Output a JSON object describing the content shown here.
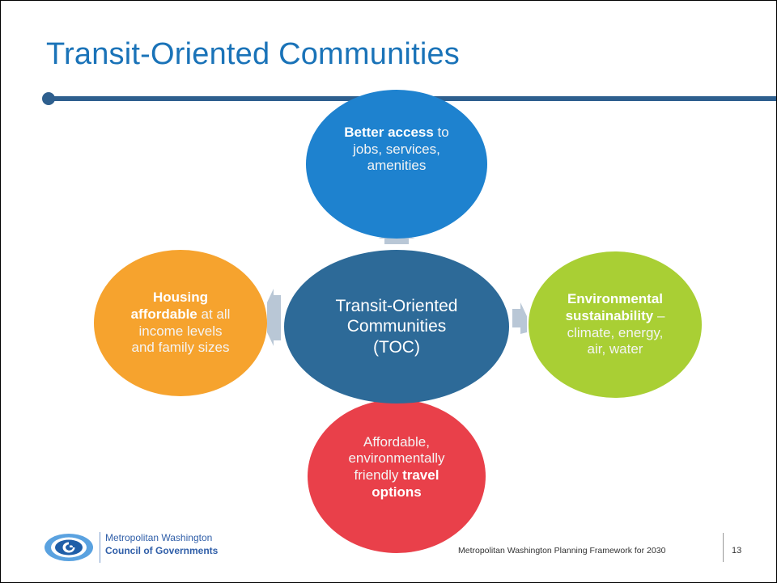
{
  "slide": {
    "title": "Transit-Oriented Communities",
    "footer": "Metropolitan Washington Planning Framework for 2030",
    "page_number": "13"
  },
  "logo": {
    "line1": "Metropolitan Washington",
    "line2": "Council of Governments"
  },
  "diagram": {
    "center": {
      "color": "#2d6a98",
      "lines": [
        "Transit-Oriented",
        "Communities",
        "(TOC)"
      ]
    },
    "top": {
      "color": "#1e82cf",
      "highlight": "Better access",
      "text_after": " to",
      "line2": "jobs, services,",
      "line3": "amenities"
    },
    "left": {
      "color": "#f6a32e",
      "line1": "Housing",
      "highlight2": "affordable",
      "text2": " at all",
      "line3": "income levels",
      "line4": "and family sizes"
    },
    "right": {
      "color": "#a9cf34",
      "line1": "Environmental",
      "highlight2": "sustainability",
      "text2": " –",
      "line3": "climate, energy,",
      "line4": "air, water"
    },
    "bottom": {
      "color": "#e9404a",
      "line1": "Affordable,",
      "line2": "environmentally",
      "text3": "friendly ",
      "highlight3": "travel",
      "line4": "options"
    },
    "arrow_color": "#b9c7d6"
  },
  "colors": {
    "title": "#1a73b8",
    "rule": "#2e5f8e"
  }
}
